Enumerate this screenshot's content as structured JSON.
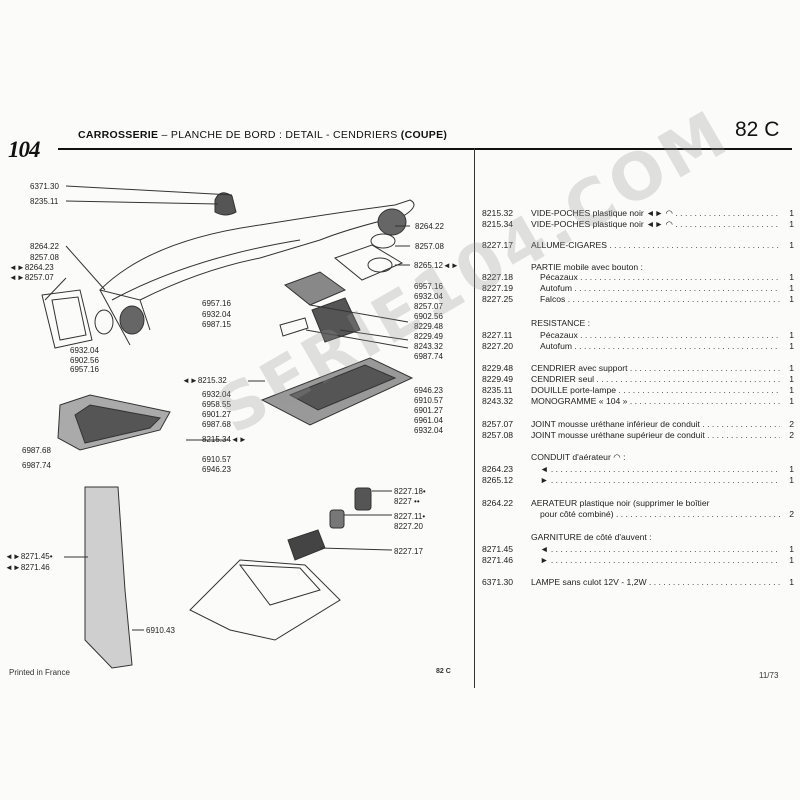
{
  "header": {
    "model": "104",
    "section": "CARROSSERIE",
    "title_rest": " – PLANCHE DE BORD : DETAIL - CENDRIERS ",
    "variant": "(COUPE)",
    "page_code": "82 C"
  },
  "footer": {
    "printed": "Printed in France",
    "code": "82 C",
    "date": "11/73"
  },
  "watermark": "SERIE104.COM",
  "diagram_labels": [
    {
      "id": "l1",
      "text": "6371.30"
    },
    {
      "id": "l2",
      "text": "8235.11"
    },
    {
      "id": "l3",
      "text": "8264.22"
    },
    {
      "id": "l4",
      "text": "8257.08"
    },
    {
      "id": "l5",
      "text": "◄►8264.23"
    },
    {
      "id": "l6",
      "text": "◄►8257.07"
    },
    {
      "id": "l7",
      "text": "6957.16"
    },
    {
      "id": "l8",
      "text": "6932.04"
    },
    {
      "id": "l9",
      "text": "6902.56"
    },
    {
      "id": "l10",
      "text": "6957.16"
    },
    {
      "id": "l11",
      "text": "6932.04"
    },
    {
      "id": "l12",
      "text": "6987.15"
    },
    {
      "id": "l13",
      "text": "8264.22"
    },
    {
      "id": "l14",
      "text": "8257.08"
    },
    {
      "id": "l15",
      "text": "8265.12◄►"
    },
    {
      "id": "l16",
      "text": "6957.16"
    },
    {
      "id": "l17",
      "text": "6932.04"
    },
    {
      "id": "l18",
      "text": "8257.07"
    },
    {
      "id": "l19",
      "text": "6902.56"
    },
    {
      "id": "l20",
      "text": "8229.48"
    },
    {
      "id": "l21",
      "text": "8229.49"
    },
    {
      "id": "l22",
      "text": "8243.32"
    },
    {
      "id": "l23",
      "text": "6987.74"
    },
    {
      "id": "l24",
      "text": "◄►8215.32"
    },
    {
      "id": "l25",
      "text": "6932.04"
    },
    {
      "id": "l26",
      "text": "6958.55"
    },
    {
      "id": "l27",
      "text": "6901.27"
    },
    {
      "id": "l28",
      "text": "6987.68"
    },
    {
      "id": "l29",
      "text": "8215.34◄►"
    },
    {
      "id": "l30",
      "text": "6946.23"
    },
    {
      "id": "l31",
      "text": "6910.57"
    },
    {
      "id": "l32",
      "text": "6901.27"
    },
    {
      "id": "l33",
      "text": "6961.04"
    },
    {
      "id": "l34",
      "text": "6932.04"
    },
    {
      "id": "l35",
      "text": "6987.68"
    },
    {
      "id": "l36",
      "text": "6987.74"
    },
    {
      "id": "l37",
      "text": "6910.57"
    },
    {
      "id": "l38",
      "text": "6946.23"
    },
    {
      "id": "l39",
      "text": "8227.18•"
    },
    {
      "id": "l40",
      "text": "8227 ••"
    },
    {
      "id": "l41",
      "text": "8227.11•"
    },
    {
      "id": "l42",
      "text": "8227.20"
    },
    {
      "id": "l43",
      "text": "8227.17"
    },
    {
      "id": "l44",
      "text": "◄►8271.45•"
    },
    {
      "id": "l45",
      "text": "◄►8271.46"
    },
    {
      "id": "l46",
      "text": "6910.43"
    }
  ],
  "parts": [
    {
      "ref": "8215.32",
      "desc": "VIDE-POCHES plastique noir ◄► ◠",
      "qty": "1"
    },
    {
      "ref": "8215.34",
      "desc": "VIDE-POCHES plastique noir ◄► ◠",
      "qty": "1"
    },
    {
      "ref": "8227.17",
      "desc": "ALLUME-CIGARES",
      "qty": "1"
    },
    {
      "ref": "",
      "desc": "PARTIE mobile avec bouton :",
      "qty": ""
    },
    {
      "ref": "8227.18",
      "desc": "Pécazaux",
      "qty": "1"
    },
    {
      "ref": "8227.19",
      "desc": "Autofum",
      "qty": "1"
    },
    {
      "ref": "8227.25",
      "desc": "Falcos",
      "qty": "1"
    },
    {
      "ref": "",
      "desc": "RESISTANCE :",
      "qty": ""
    },
    {
      "ref": "8227.11",
      "desc": "Pécazaux",
      "qty": "1"
    },
    {
      "ref": "8227.20",
      "desc": "Autofum",
      "qty": "1"
    },
    {
      "ref": "8229.48",
      "desc": "CENDRIER avec support",
      "qty": "1"
    },
    {
      "ref": "8229.49",
      "desc": "CENDRIER seul",
      "qty": "1"
    },
    {
      "ref": "8235.11",
      "desc": "DOUILLE porte-lampe",
      "qty": "1"
    },
    {
      "ref": "8243.32",
      "desc": "MONOGRAMME « 104 »",
      "qty": "1"
    },
    {
      "ref": "8257.07",
      "desc": "JOINT mousse uréthane inférieur de conduit",
      "qty": "2"
    },
    {
      "ref": "8257.08",
      "desc": "JOINT mousse uréthane supérieur de conduit",
      "qty": "2"
    },
    {
      "ref": "",
      "desc": "CONDUIT d'aérateur ◠ :",
      "qty": ""
    },
    {
      "ref": "8264.23",
      "desc": "◄",
      "qty": "1"
    },
    {
      "ref": "8265.12",
      "desc": "►",
      "qty": "1"
    },
    {
      "ref": "8264.22",
      "desc": "AERATEUR plastique noir (supprimer le boîtier",
      "qty": ""
    },
    {
      "ref": "",
      "desc": "pour côté combiné)",
      "qty": "2"
    },
    {
      "ref": "",
      "desc": "GARNITURE de côté d'auvent :",
      "qty": ""
    },
    {
      "ref": "8271.45",
      "desc": "◄",
      "qty": "1"
    },
    {
      "ref": "8271.46",
      "desc": "►",
      "qty": "1"
    },
    {
      "ref": "6371.30",
      "desc": "LAMPE sans culot 12V - 1,2W",
      "qty": "1"
    }
  ]
}
